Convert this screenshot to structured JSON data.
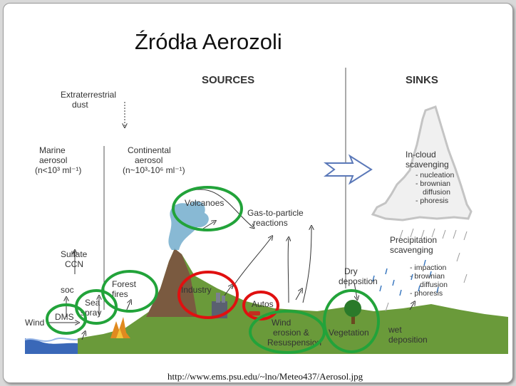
{
  "title": "Źródła Aerozoli",
  "headers": {
    "sources": "SOURCES",
    "sinks": "SINKS"
  },
  "labels": {
    "extraterrestrial_1": "Extraterrestrial",
    "extraterrestrial_2": "dust",
    "marine_1": "Marine",
    "marine_2": "aerosol",
    "marine_3": "(n<10³ ml⁻¹)",
    "continental_1": "Continental",
    "continental_2": "aerosol",
    "continental_3": "(n~10³-10⁶ ml⁻¹)",
    "sulfate_1": "Sulfate",
    "sulfate_2": "CCN",
    "soc": "soc",
    "wind": "Wind",
    "dms": "DMS",
    "sea_1": "Sea",
    "sea_2": "spray",
    "forest_1": "Forest",
    "forest_2": "fires",
    "volcanoes": "Volcanoes",
    "gas_1": "Gas-to-particle",
    "gas_2": "reactions",
    "industry": "Industry",
    "autos": "Autos",
    "wind_erosion_1": "Wind",
    "wind_erosion_2": "erosion &",
    "wind_erosion_3": "Resuspension",
    "dry_1": "Dry",
    "dry_2": "deposition",
    "vegetation": "Vegetation",
    "wet_1": "wet",
    "wet_2": "deposition",
    "incloud_1": "In-cloud",
    "incloud_2": "scavenging",
    "incloud_3": "- nucleation",
    "incloud_4": "- brownian",
    "incloud_5": "diffusion",
    "incloud_6": "- phoresis",
    "precip_1": "Precipitation",
    "precip_2": "scavenging",
    "precip_3": "- impaction",
    "precip_4": "- brownian",
    "precip_5": "diffusion",
    "precip_6": "- phoresis"
  },
  "source_url": "http://www.ems.psu.edu/~lno/Meteo437/Aerosol.jpg",
  "colors": {
    "green_circle": "#22a33a",
    "red_circle": "#e01010",
    "ground": "#6a9a3a",
    "mountain": "#7a5a40",
    "sea": "#3a68b8"
  }
}
